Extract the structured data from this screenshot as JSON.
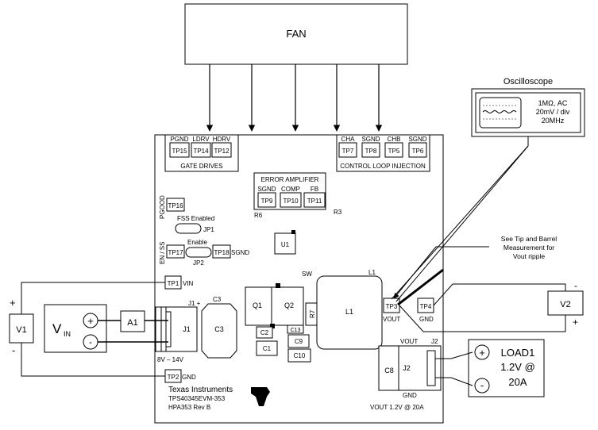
{
  "fan": {
    "label": "FAN"
  },
  "oscilloscope": {
    "title": "Oscilloscope",
    "line1": "1MΩ, AC",
    "line2": "20mV / div",
    "line3": "20MHz"
  },
  "note": {
    "line1": "See Tip and Barrel",
    "line2": "Measurement for",
    "line3": "Vout ripple"
  },
  "gate_drives": {
    "title": "GATE DRIVES",
    "points": [
      {
        "top": "PGND",
        "tp": "TP15"
      },
      {
        "top": "LDRV",
        "tp": "TP14"
      },
      {
        "top": "HDRV",
        "tp": "TP12"
      }
    ]
  },
  "control_loop": {
    "title": "CONTROL LOOP INJECTION",
    "points": [
      {
        "top": "CHA",
        "tp": "TP7"
      },
      {
        "top": "SGND",
        "tp": "TP8"
      },
      {
        "top": "CHB",
        "tp": "TP5"
      },
      {
        "top": "SGND",
        "tp": "TP6"
      }
    ]
  },
  "error_amp": {
    "title": "ERROR AMPLIFIER",
    "points": [
      {
        "top": "SGND",
        "tp": "TP9"
      },
      {
        "top": "COMP",
        "tp": "TP10"
      },
      {
        "top": "FB",
        "tp": "TP11"
      }
    ]
  },
  "board": {
    "r6": "R6",
    "r3": "R3",
    "u1": "U1",
    "sw": "SW",
    "pgood": "PGOOD",
    "tp16": "TP16",
    "fss_enabled": "FSS Enabled",
    "jp1": "JP1",
    "enable": "Enable",
    "jp2": "JP2",
    "en_ss": "EN / SS",
    "tp17": "TP17",
    "tp18": "TP18",
    "sgnd": "SGND",
    "tp1": "TP1",
    "vin": "VIN",
    "tp2": "TP2",
    "gnd": "GND",
    "j1_plus": "J1 +",
    "j1": "J1",
    "c3_top": "C3",
    "c3": "C3",
    "q1": "Q1",
    "q2": "Q2",
    "r7": "R7",
    "c2": "C2",
    "c1": "C1",
    "c13": "C13",
    "c9": "C9",
    "c10": "C10",
    "l1_top": "L1",
    "l1": "L1",
    "tp3": "TP3",
    "vout_tp": "VOUT",
    "tp4": "TP4",
    "gnd_tp": "GND",
    "range": "8V – 14V",
    "c8_plus": "+",
    "c8": "C8",
    "vout": "VOUT",
    "j2_top": "J2",
    "j2": "J2",
    "j2_gnd": "GND",
    "company": "Texas Instruments",
    "part": "TPS40345EVM-353",
    "rev": "HPA353 Rev B",
    "vout_rating": "VOUT 1.2V @ 20A"
  },
  "left": {
    "v1": "V1",
    "plus": "+",
    "minus": "-",
    "vin_v": "V",
    "vin_sub": "IN",
    "a1": "A1",
    "src_plus": "+",
    "src_minus": "-"
  },
  "right": {
    "v2": "V2",
    "v2_minus": "-",
    "v2_plus": "+",
    "load_l1": "LOAD1",
    "load_l2": "1.2V @",
    "load_l3": "20A",
    "load_plus": "+",
    "load_minus": "-"
  }
}
